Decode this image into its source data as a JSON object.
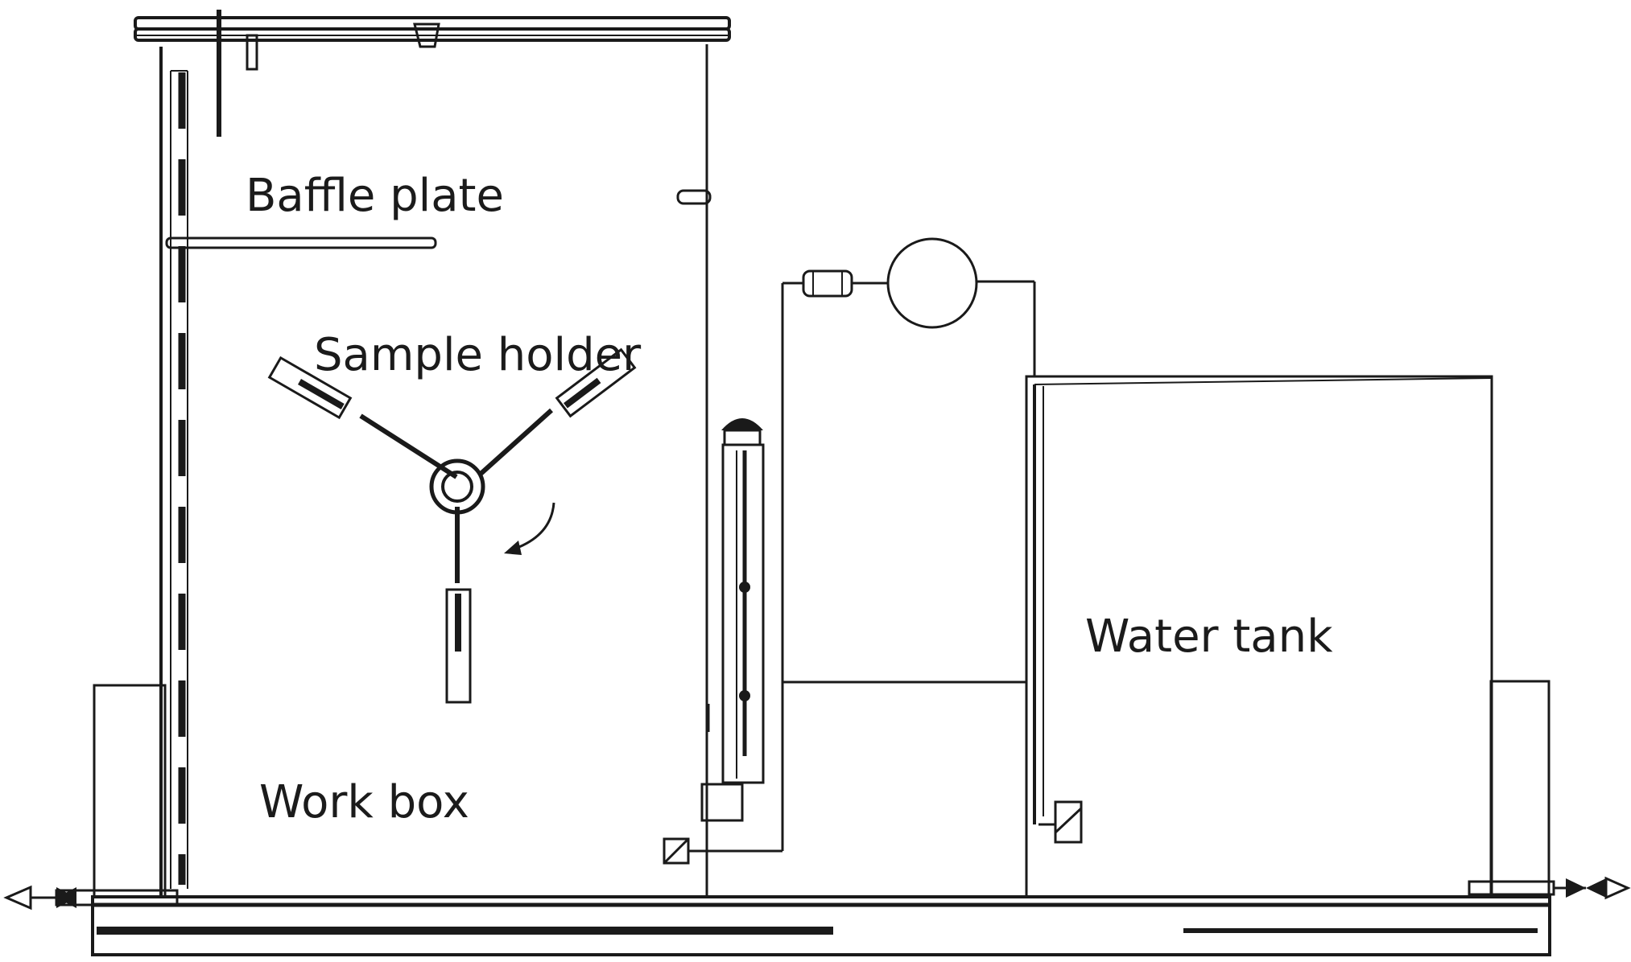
{
  "labels": {
    "baffle_plate": "Baffle plate",
    "sample_holder": "Sample holder",
    "work_box": "Work box",
    "water_tank": "Water tank"
  },
  "colors": {
    "line": "#1a1a1a",
    "background": "#ffffff"
  }
}
